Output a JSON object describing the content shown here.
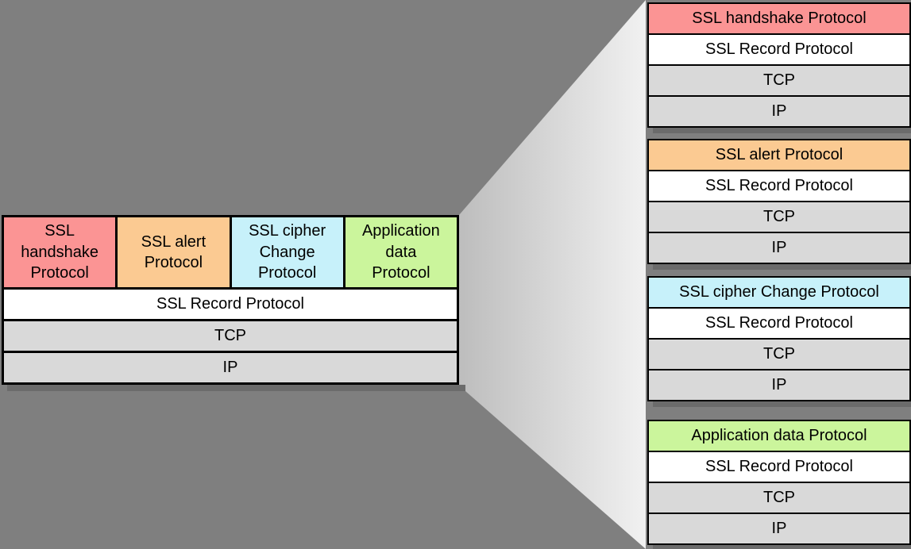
{
  "colors": {
    "background": "#7F7F7F",
    "border": "#000000",
    "shadow": "#6B6B6B",
    "handshake": "#FB9494",
    "alert": "#FBCA92",
    "cipher": "#C7F1FA",
    "appdata": "#CBF59C",
    "record": "#FFFFFF",
    "transport": "#D9D9D9",
    "funnel_start": "#BDBDBD",
    "funnel_end": "#F1F1F1"
  },
  "combined_stack": {
    "top_protocols": [
      {
        "label": "SSL\nhandshake\nProtocol",
        "color": "#FB9494"
      },
      {
        "label": "SSL alert\nProtocol",
        "color": "#FBCA92"
      },
      {
        "label": "SSL cipher\nChange\nProtocol",
        "color": "#C7F1FA"
      },
      {
        "label": "Application\ndata\nProtocol",
        "color": "#CBF59C"
      }
    ],
    "layers": [
      "SSL Record Protocol",
      "TCP",
      "IP"
    ]
  },
  "expanded_stacks": [
    {
      "top_label": "SSL handshake Protocol",
      "color": "#FB9494",
      "layers": [
        "SSL Record Protocol",
        "TCP",
        "IP"
      ]
    },
    {
      "top_label": "SSL alert Protocol",
      "color": "#FBCA92",
      "layers": [
        "SSL Record Protocol",
        "TCP",
        "IP"
      ]
    },
    {
      "top_label": "SSL cipher Change Protocol",
      "color": "#C7F1FA",
      "layers": [
        "SSL Record Protocol",
        "TCP",
        "IP"
      ]
    },
    {
      "top_label": "Application data Protocol",
      "color": "#CBF59C",
      "layers": [
        "SSL Record Protocol",
        "TCP",
        "IP"
      ]
    }
  ]
}
